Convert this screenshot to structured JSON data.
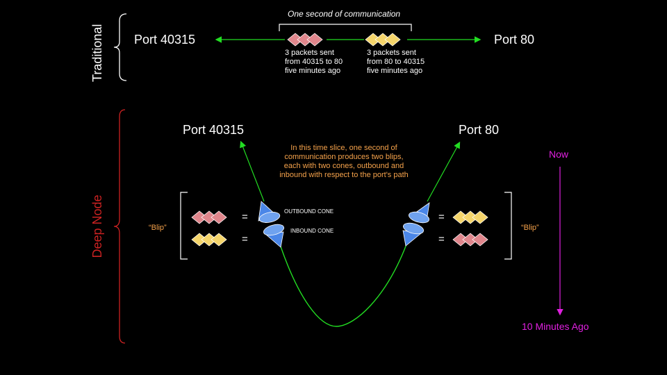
{
  "traditional": {
    "section_label": "Traditional",
    "caption": "One second of communication",
    "port_left": "Port 40315",
    "port_right": "Port 80",
    "note_left": "3 packets sent\nfrom 40315 to 80\nfive minutes ago",
    "note_right": "3 packets sent\nfrom 80 to 40315\nfive minutes ago"
  },
  "deep_node": {
    "section_label": "Deep Node",
    "port_left": "Port 40315",
    "port_right": "Port 80",
    "explanation": "In this time slice, one second of\ncommunication produces two blips,\neach with two cones, outbound and\ninbound with respect to the port's path",
    "outbound_label": "OUTBOUND CONE",
    "inbound_label": "INBOUND CONE",
    "blip_left": "“Blip”",
    "blip_right": "“Blip”",
    "equals": "=",
    "time_top": "Now",
    "time_bottom": "10 Minutes Ago"
  },
  "colors": {
    "pink_packet": "#e0868c",
    "yellow_packet": "#f5d56b",
    "green_line": "#22dd22",
    "red_brace": "#cc2222",
    "cone_blue": "#4a86e8",
    "orange_text": "#f5a24b",
    "magenta": "#e020e0"
  }
}
